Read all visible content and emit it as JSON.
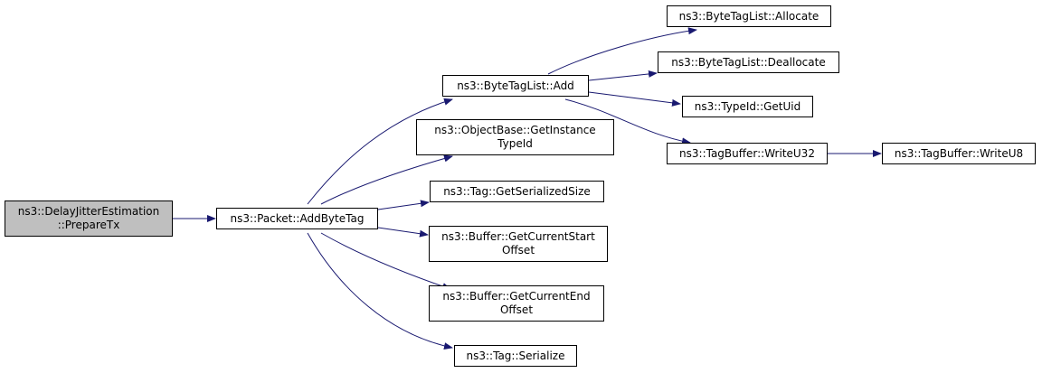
{
  "colors": {
    "edge": "#191970",
    "root_fill": "#bfbfbf",
    "node_fill": "#ffffff",
    "border": "#000000"
  },
  "nodes": {
    "prepare_tx": {
      "line1": "ns3::DelayJitterEstimation",
      "line2": "::PrepareTx"
    },
    "add_byte_tag": {
      "line1": "ns3::Packet::AddByteTag"
    },
    "byte_tag_list_add": {
      "line1": "ns3::ByteTagList::Add"
    },
    "get_instance_type": {
      "line1": "ns3::ObjectBase::GetInstance",
      "line2": "TypeId"
    },
    "get_serialized": {
      "line1": "ns3::Tag::GetSerializedSize"
    },
    "get_current_start": {
      "line1": "ns3::Buffer::GetCurrentStart",
      "line2": "Offset"
    },
    "get_current_end": {
      "line1": "ns3::Buffer::GetCurrentEnd",
      "line2": "Offset"
    },
    "tag_serialize": {
      "line1": "ns3::Tag::Serialize"
    },
    "allocate": {
      "line1": "ns3::ByteTagList::Allocate"
    },
    "deallocate": {
      "line1": "ns3::ByteTagList::Deallocate"
    },
    "get_uid": {
      "line1": "ns3::TypeId::GetUid"
    },
    "write_u32": {
      "line1": "ns3::TagBuffer::WriteU32"
    },
    "write_u8": {
      "line1": "ns3::TagBuffer::WriteU8"
    }
  }
}
